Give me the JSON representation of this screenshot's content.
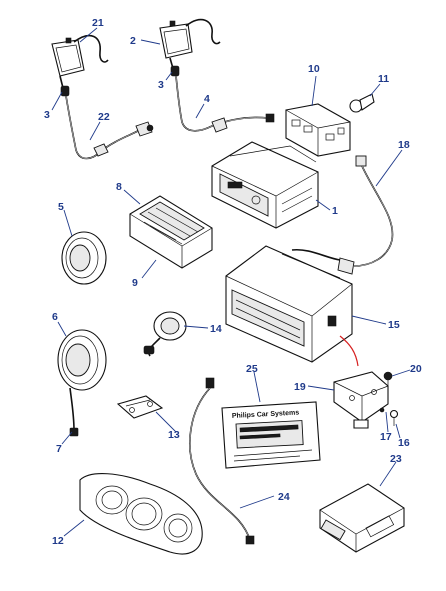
{
  "diagram": {
    "colors": {
      "callout": "#1f3a8a",
      "line_art": "#111111",
      "highlight_wire": "#d62020",
      "background": "#ffffff"
    },
    "callouts": {
      "c1": "1",
      "c2": "2",
      "c3a": "3",
      "c3b": "3",
      "c4": "4",
      "c5": "5",
      "c6": "6",
      "c7": "7",
      "c8": "8",
      "c9": "9",
      "c10": "10",
      "c11": "11",
      "c12": "12",
      "c13": "13",
      "c14": "14",
      "c15": "15",
      "c16": "16",
      "c17": "17",
      "c18": "18",
      "c19": "19",
      "c20": "20",
      "c21": "21",
      "c22": "22",
      "c23": "23",
      "c24": "24",
      "c25": "25"
    },
    "label_card": {
      "brand_text": "Philips Car Systems"
    }
  }
}
